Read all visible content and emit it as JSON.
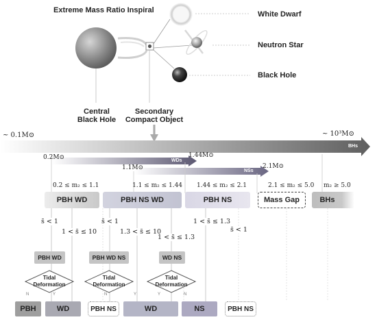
{
  "title": "Extreme Mass Ratio Inspiral",
  "objects": {
    "white_dwarf": "White Dwarf",
    "neutron_star": "Neutron Star",
    "black_hole": "Black Hole"
  },
  "labels": {
    "central_black_hole": [
      "Central",
      "Black Hole"
    ],
    "secondary_object": [
      "Secondary",
      "Compact Object"
    ]
  },
  "mass_axis": {
    "min_label": "~ 0.1M⊙",
    "max_label": "~ 10³M⊙",
    "bhs_tag": "BHs",
    "wd_start": "0.2M⊙",
    "wd_end": "1.44M⊙",
    "wd_tag": "WDs",
    "ns_start": "1.1M⊙",
    "ns_end": "2.1M⊙",
    "ns_tag": "NSs"
  },
  "ranges": [
    "0.2 ≤ m₂ ≤ 1.1",
    "1.1 ≤ m₂ ≤ 1.44",
    "1.44 ≤ m₂ ≤ 2.1",
    "2.1 ≤ m₂ ≤ 5.0",
    "m₂ ≥ 5.0"
  ],
  "categories": [
    "PBH  WD",
    "PBH NS WD",
    "PBH NS",
    "Mass Gap",
    "BHs"
  ],
  "conditions": {
    "c1": "s̃ < 1",
    "c2": "1 < s̃ ≤ 10",
    "c3": "s̃ < 1",
    "c4": "1.3 < s̃ ≤ 10",
    "c5": "1 < s̃ ≤ 1.3",
    "c6": "1 < s̃ ≤ 1.3",
    "c7": "s̃ < 1"
  },
  "small_boxes": [
    "PBH  WD",
    "PBH  WD NS",
    "WD NS"
  ],
  "tidal": "Tidal Deformation",
  "yn": {
    "n": "N",
    "y": "Y"
  },
  "outcomes": [
    "PBH",
    "WD",
    "PBH NS",
    "WD",
    "NS",
    "PBH NS"
  ]
}
